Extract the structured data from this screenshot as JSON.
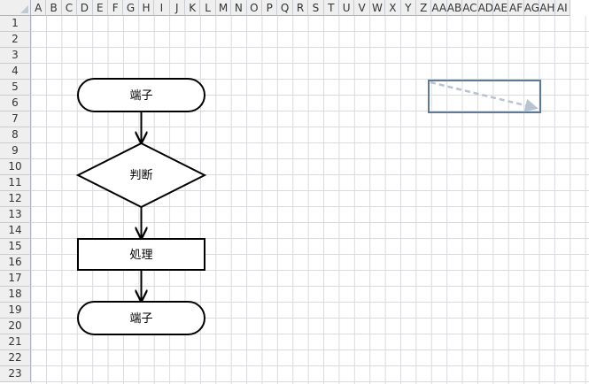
{
  "sheet": {
    "columns": [
      "A",
      "B",
      "C",
      "D",
      "E",
      "F",
      "G",
      "H",
      "I",
      "J",
      "K",
      "L",
      "M",
      "N",
      "O",
      "P",
      "Q",
      "R",
      "S",
      "T",
      "U",
      "V",
      "W",
      "X",
      "Y",
      "Z",
      "AA",
      "AB",
      "AC",
      "AD",
      "AE",
      "AF",
      "AG",
      "AH",
      "AI"
    ],
    "rows": [
      "1",
      "2",
      "3",
      "4",
      "5",
      "6",
      "7",
      "8",
      "9",
      "10",
      "11",
      "12",
      "13",
      "14",
      "15",
      "16",
      "17",
      "18",
      "19",
      "20",
      "21",
      "22",
      "23"
    ]
  },
  "flowchart": {
    "start_label": "端子",
    "decision_label": "判断",
    "process_label": "処理",
    "end_label": "端子"
  },
  "colors": {
    "header_bg": "#efefef",
    "gridline": "#d8dbe0",
    "selected_shape_border": "#5f7a96",
    "dashed_arrow": "#b7c3d3"
  }
}
